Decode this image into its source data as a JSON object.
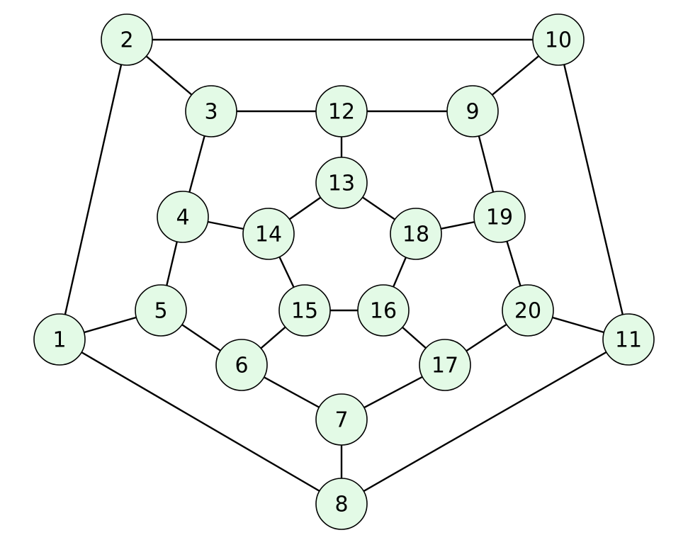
{
  "colors": {
    "node_fill": "#e3fae6",
    "node_stroke": "#000000",
    "edge_stroke": "#000000",
    "background": "#ffffff"
  },
  "nodes": [
    {
      "id": "1",
      "label": "1"
    },
    {
      "id": "2",
      "label": "2"
    },
    {
      "id": "3",
      "label": "3"
    },
    {
      "id": "4",
      "label": "4"
    },
    {
      "id": "5",
      "label": "5"
    },
    {
      "id": "6",
      "label": "6"
    },
    {
      "id": "7",
      "label": "7"
    },
    {
      "id": "8",
      "label": "8"
    },
    {
      "id": "9",
      "label": "9"
    },
    {
      "id": "10",
      "label": "10"
    },
    {
      "id": "11",
      "label": "11"
    },
    {
      "id": "12",
      "label": "12"
    },
    {
      "id": "13",
      "label": "13"
    },
    {
      "id": "14",
      "label": "14"
    },
    {
      "id": "15",
      "label": "15"
    },
    {
      "id": "16",
      "label": "16"
    },
    {
      "id": "17",
      "label": "17"
    },
    {
      "id": "18",
      "label": "18"
    },
    {
      "id": "19",
      "label": "19"
    },
    {
      "id": "20",
      "label": "20"
    }
  ],
  "edges": [
    [
      "1",
      "2"
    ],
    [
      "2",
      "10"
    ],
    [
      "10",
      "11"
    ],
    [
      "11",
      "8"
    ],
    [
      "8",
      "1"
    ],
    [
      "2",
      "3"
    ],
    [
      "10",
      "9"
    ],
    [
      "11",
      "20"
    ],
    [
      "8",
      "7"
    ],
    [
      "1",
      "5"
    ],
    [
      "3",
      "12"
    ],
    [
      "12",
      "9"
    ],
    [
      "9",
      "19"
    ],
    [
      "19",
      "20"
    ],
    [
      "20",
      "17"
    ],
    [
      "17",
      "7"
    ],
    [
      "7",
      "6"
    ],
    [
      "6",
      "5"
    ],
    [
      "5",
      "4"
    ],
    [
      "4",
      "3"
    ],
    [
      "12",
      "13"
    ],
    [
      "19",
      "18"
    ],
    [
      "17",
      "16"
    ],
    [
      "6",
      "15"
    ],
    [
      "4",
      "14"
    ],
    [
      "13",
      "18"
    ],
    [
      "18",
      "16"
    ],
    [
      "16",
      "15"
    ],
    [
      "15",
      "14"
    ],
    [
      "14",
      "13"
    ]
  ]
}
